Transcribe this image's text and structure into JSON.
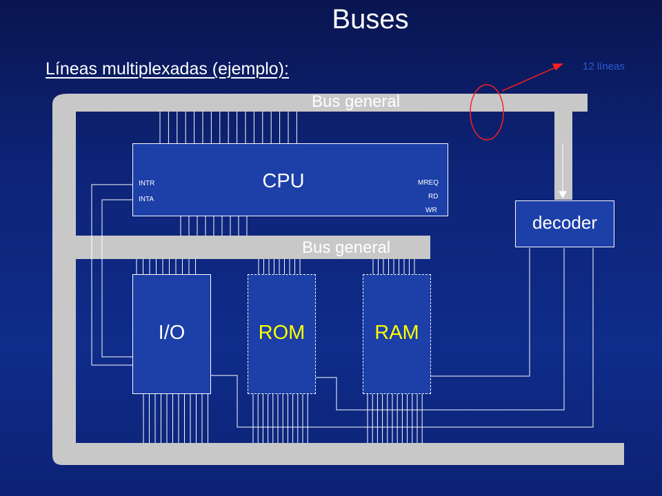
{
  "title": "Buses",
  "subtitle": "Líneas multiplexadas (ejemplo):",
  "annotation": "12 líneas",
  "bus_top_label": "Bus general",
  "bus_mid_label": "Bus general",
  "cpu": {
    "label": "CPU",
    "pins_left": [
      "INTR",
      "INTA"
    ],
    "pins_right": [
      "MREQ",
      "RD",
      "WR"
    ]
  },
  "decoder": {
    "label": "decoder"
  },
  "io": {
    "label": "I/O"
  },
  "rom": {
    "label": "ROM"
  },
  "ram": {
    "label": "RAM"
  },
  "colors": {
    "background": "#0d2478",
    "bus": "#c8c8c8",
    "box_fill": "#1c3fa8",
    "memory_label": "#ffff00",
    "annotation": "#ff2020",
    "annotation_text": "#2b5cd6"
  }
}
